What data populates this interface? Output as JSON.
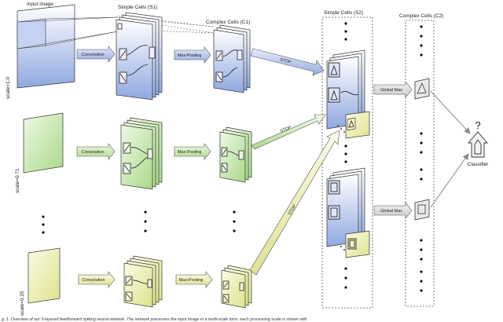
{
  "headers": {
    "input": "Input image",
    "s1": "Simple Cells (S1)",
    "c1": "Complex Cells (C1)",
    "s2": "Simple Cells (S2)",
    "c2": "Complex Cells (C2)"
  },
  "scales": [
    "scale=1.0",
    "scale=0.71",
    "scale=0.25"
  ],
  "ops": {
    "convolution": "Convolution",
    "maxpool": "Max-Pooling",
    "stdp": "STDP",
    "globalmax": "Global Max"
  },
  "classifier": {
    "label": "Classifier",
    "symbol": "?"
  },
  "caption": "g. 1. Overview of our 5-layered feedforward spiking neural network. The network processes the input image in a multi-scale form, each processing scale is shown with",
  "colors": {
    "blue": "#a9bde6",
    "green": "#c4e6a6",
    "yellow": "#eef0ae"
  }
}
